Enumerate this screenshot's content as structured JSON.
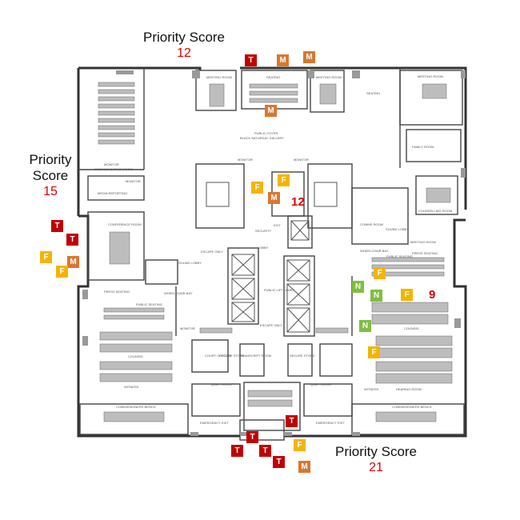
{
  "colors": {
    "T": "#c00000",
    "M": "#d9772f",
    "F": "#f5b400",
    "N": "#7fbf3f",
    "score": "#e00000",
    "wall": "#333333"
  },
  "scores": {
    "top": {
      "title": "Priority Score",
      "value": "12"
    },
    "left": {
      "title_line1": "Priority",
      "title_line2": "Score",
      "value": "15"
    },
    "bottom": {
      "title": "Priority Score",
      "value": "21"
    },
    "center": {
      "value": "12"
    },
    "right": {
      "value": "9"
    }
  },
  "rooms": {
    "meeting_room_top_left": "MEETING ROOM",
    "seating_top": "SEATING",
    "meeting_room_top_mid": "MEETING ROOM",
    "seating_top_right": "SEATING",
    "meeting_room_top_right": "MEETING ROOM",
    "family_room": "FAMILY ROOM",
    "public_foyer": "PUBLIC FOYER",
    "gallery": "BLACK SATURDAY GALLERY",
    "communication_room": "COMMUNICATION ROOM",
    "monitor_1": "MONITOR",
    "media_reporting": "MEDIA REPORTING",
    "monitor_2": "MONITOR",
    "monitor_3": "MONITOR",
    "counselling_room": "COUNSELLING ROOM",
    "conference_room": "CONFERENCE ROOM",
    "sound_lobby_left": "SOUND LOBBY",
    "escape_only_left": "ESCAPE ONLY",
    "lobby": "LOBBY",
    "security": "SECURITY",
    "comms_room": "COMMS ROOM",
    "sound_lobby_right": "SOUND LOBBY",
    "meeting_room_right": "MEETING ROOM",
    "press_seating_right": "PRESS SEATING",
    "wheelchair_bay_right": "WHEELCHAIR BAY",
    "public_seating_right": "PUBLIC SEATING",
    "press_seating_left": "PRESS SEATING",
    "wheelchair_bay_left": "WHEELCHAIR BAY",
    "public_seating_left": "PUBLIC SEATING",
    "public_lift_lobby": "PUBLIC LIFT LOBBY",
    "escape_only_right": "ESCAPE ONLY",
    "monitor_4": "MONITOR",
    "counsel_left": "COUNSEL",
    "counsel_right": "COUNSEL",
    "escape_only_mid": "ESCAPE ONLY",
    "witness_left": "WITNESS",
    "witness_right": "WITNESS",
    "hearing_room": "HEARING ROOM",
    "transcript_room": "TRANSCRIPT ROOM",
    "secure_store_left": "SECURE STORE",
    "secure_store_right": "SECURE STORE",
    "court_officer": "COURT OFFICER",
    "quiet_room_left": "QUIET ROOM",
    "quiet_room_right": "QUIET ROOM",
    "commissioners_bench_left": "COMMISSIONERS BENCH",
    "commissioners_bench_right": "COMMISSIONERS BENCH",
    "emergency_exit_left": "EMERGENCY EXIT",
    "emergency_exit_right": "EMERGENCY EXIT",
    "exit": "EXIT"
  },
  "markers": {
    "top_1": "T",
    "top_2": "M",
    "top_3": "M",
    "top_4": "M",
    "left_1": "T",
    "left_2": "T",
    "left_3": "F",
    "left_4": "M",
    "left_5": "F",
    "center_1": "F",
    "center_2": "F",
    "center_3": "M",
    "right_1": "N",
    "right_2": "F",
    "right_3": "N",
    "right_4": "F",
    "right_5": "N",
    "right_6": "F",
    "bottom_1": "T",
    "bottom_2": "T",
    "bottom_3": "T",
    "bottom_4": "T",
    "bottom_5": "T",
    "bottom_6": "F",
    "bottom_7": "M"
  }
}
